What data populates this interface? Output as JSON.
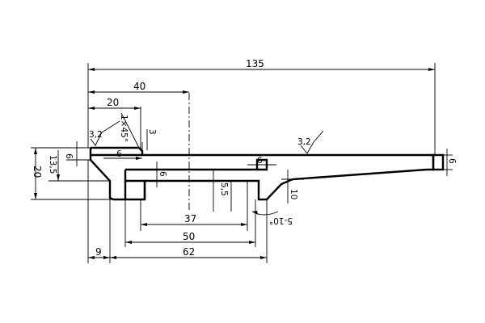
{
  "dimensions": {
    "overall_length": "135",
    "to_center": "40",
    "top_step": "20",
    "chamfer": "1×45°",
    "roughness_left": "3,2",
    "roughness_right": "3,2",
    "gap_3": "3",
    "flange_6_left": "6",
    "flange_6_inner": "6",
    "slot_depth_6": "6",
    "slot_6_right": "6",
    "height_13_5": "13,5",
    "height_20": "20",
    "height_5_5": "5,5",
    "height_10": "10",
    "end_thickness_6": "6",
    "angle": "5-10°",
    "width_37": "37",
    "width_50": "50",
    "offset_9": "9",
    "width_62": "62"
  }
}
